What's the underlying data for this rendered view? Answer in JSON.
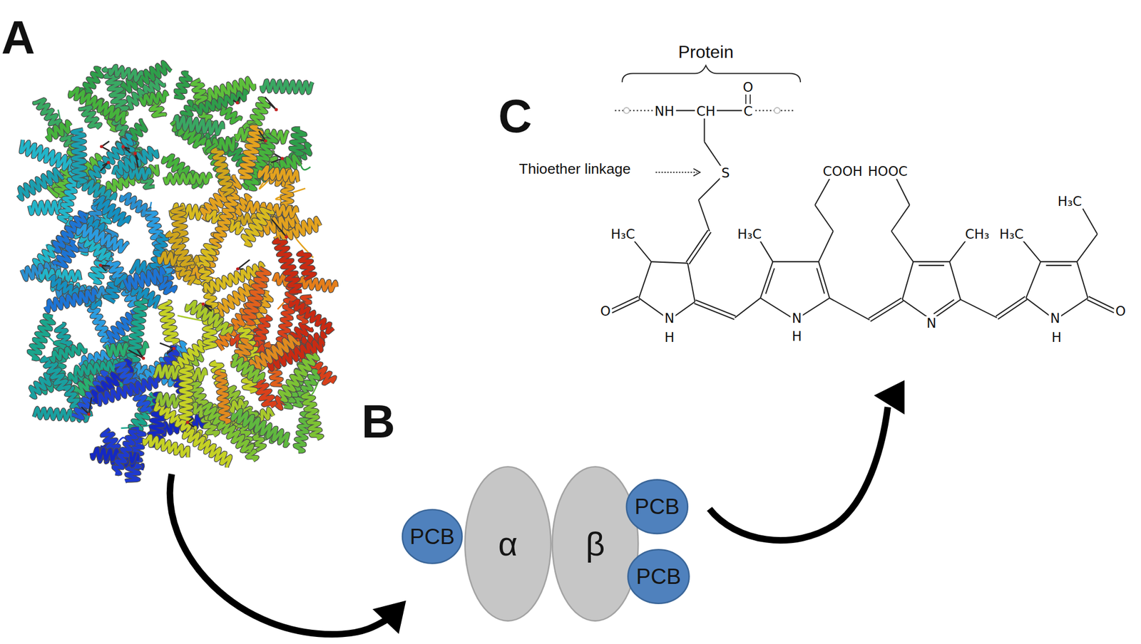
{
  "diagram": {
    "nodes": [
      {
        "text": [
          "PCB"
        ]
      },
      {
        "text": [
          "α"
        ]
      },
      {
        "text": [
          "β"
        ]
      },
      {
        "text": [
          "PCB"
        ]
      },
      {
        "text": [
          "PCB"
        ]
      }
    ],
    "labels": [
      "A",
      "Protein",
      "O",
      "NH",
      "CH",
      "C",
      "Thioether linkage",
      "S",
      "C",
      "COOH",
      "HOOC",
      "H₃C",
      "H₃C",
      "CH₃",
      "H₃C",
      "H₃C",
      "O",
      "N",
      "H",
      "N",
      "H",
      "N",
      "N",
      "H",
      "O",
      "B"
    ]
  }
}
